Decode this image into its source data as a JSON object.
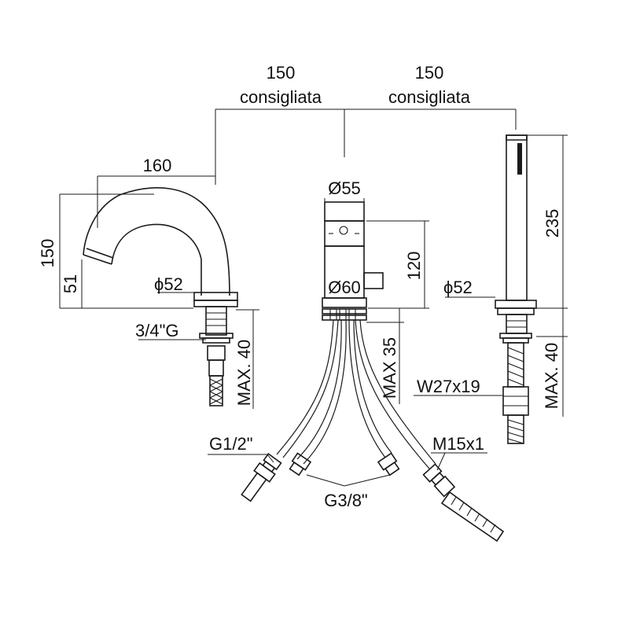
{
  "dimensions": {
    "spacing_left": "150",
    "spacing_left_note": "consigliata",
    "spacing_right": "150",
    "spacing_right_note": "consigliata",
    "spout_reach": "160",
    "spout_height": "150",
    "spout_outlet_height": "51",
    "spout_base_diameter": "ϕ52",
    "spout_thread": "3/4\"G",
    "spout_max_deck": "MAX. 40",
    "mixer_top_diameter": "Ø55",
    "mixer_height": "120",
    "mixer_base_diameter": "Ø60",
    "mixer_max_deck": "MAX 35",
    "shower_height": "235",
    "shower_base_diameter": "ϕ52",
    "shower_max_deck": "MAX. 40",
    "shower_connector": "W27x19"
  },
  "connections": {
    "inlet_thread": "G1/2\"",
    "mixer_hoses_thread": "G3/8\"",
    "shower_hose_thread": "M15x1"
  }
}
